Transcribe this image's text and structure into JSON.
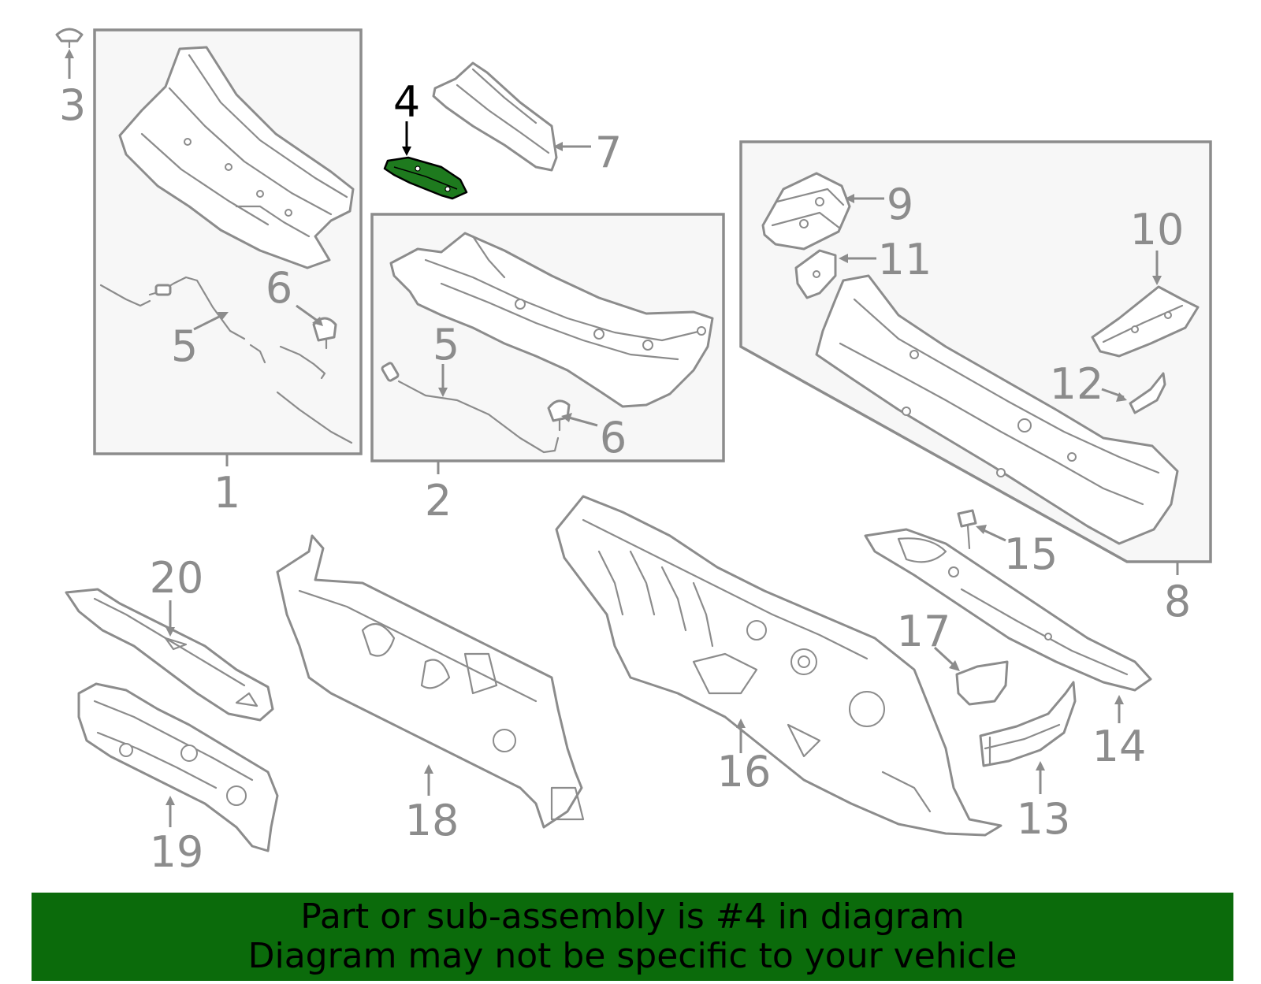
{
  "highlight_color": "#1e7a1e",
  "banner_color": "#0b6b0b",
  "callouts": {
    "c1": "1",
    "c2": "2",
    "c3": "3",
    "c4": "4",
    "c5a": "5",
    "c5b": "5",
    "c6a": "6",
    "c6b": "6",
    "c7": "7",
    "c8": "8",
    "c9": "9",
    "c10": "10",
    "c11": "11",
    "c12": "12",
    "c13": "13",
    "c14": "14",
    "c15": "15",
    "c16": "16",
    "c17": "17",
    "c18": "18",
    "c19": "19",
    "c20": "20"
  },
  "banner": {
    "line1": "Part or sub-assembly is #4 in diagram",
    "line2": "Diagram may not be specific to your vehicle"
  }
}
